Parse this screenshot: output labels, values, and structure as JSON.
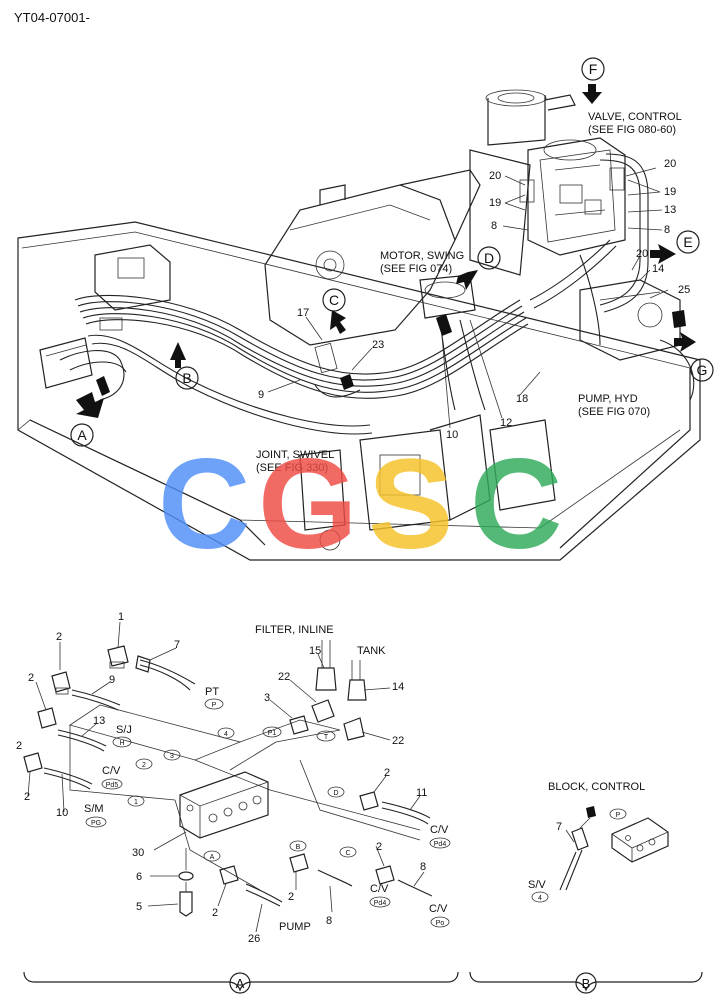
{
  "doc_id": "YT04-07001-",
  "watermark": {
    "letters": [
      "C",
      "G",
      "S",
      "C"
    ],
    "colors": [
      "#4f8ef7",
      "#ee4b43",
      "#f6c226",
      "#2faa5a"
    ]
  },
  "callouts": {
    "A": "A",
    "B": "B",
    "C": "C",
    "D": "D",
    "E": "E",
    "F": "F",
    "G": "G"
  },
  "upper_labels": {
    "valve_control_1": "VALVE, CONTROL",
    "valve_control_2": "(SEE FIG 080-60)",
    "motor_swing_1": "MOTOR, SWING",
    "motor_swing_2": "(SEE FIG 074)",
    "pump_hyd_1": "PUMP, HYD",
    "pump_hyd_2": "(SEE FIG 070)",
    "joint_swivel_1": "JOINT, SWIVEL",
    "joint_swivel_2": "(SEE FIG 330)"
  },
  "upper_numbers": {
    "n20a": "20",
    "n19a": "19",
    "n13": "13",
    "n8a": "8",
    "n20b": "20",
    "n19b": "19",
    "n8b": "8",
    "n20c": "20",
    "n14": "14",
    "n25": "25",
    "n17": "17",
    "n23": "23",
    "n9": "9",
    "n10": "10",
    "n12": "12",
    "n18": "18"
  },
  "lower_labels": {
    "filter_inline": "FILTER, INLINE",
    "tank": "TANK",
    "pt": "PT",
    "sj": "S/J",
    "cv_left": "C/V",
    "sm": "S/M",
    "cv_r1": "C/V",
    "cv_r2": "C/V",
    "cv_r3": "C/V",
    "pump": "PUMP",
    "block_control": "BLOCK, CONTROL",
    "sv": "S/V"
  },
  "lower_numbers": {
    "n1": "1",
    "n2a": "2",
    "n7": "7",
    "n2b": "2",
    "n9": "9",
    "n13": "13",
    "n2c": "2",
    "n2d": "2",
    "n10": "10",
    "n15": "15",
    "n22a": "22",
    "n3": "3",
    "n14": "14",
    "n22b": "22",
    "n2e": "2",
    "n11": "11",
    "n30": "30",
    "n6": "6",
    "n5": "5",
    "n2f": "2",
    "n26": "26",
    "n2g": "2",
    "n8a": "8",
    "n2h": "2",
    "n8b": "8",
    "n7b": "7"
  },
  "port_tags": {
    "P": "P",
    "H": "H",
    "Pd5": "Pd5",
    "PG": "PG",
    "P1": "P1",
    "T": "T",
    "Pd4a": "Pd4",
    "Pd4b": "Pd4",
    "Po": "Po",
    "c4": "4",
    "c3": "3",
    "c2": "2",
    "c1": "1",
    "cA": "A",
    "cB": "B",
    "cC": "C",
    "cD": "D",
    "bP": "P",
    "b4": "4"
  },
  "section_labels": {
    "A": "A",
    "B": "B"
  }
}
